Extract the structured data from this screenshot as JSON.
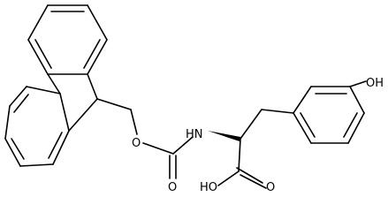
{
  "molecule": {
    "atoms": [
      {
        "id": "nh",
        "label": "HN"
      },
      {
        "id": "o_ether",
        "label": "O"
      },
      {
        "id": "o_carbonyl",
        "label": "O"
      },
      {
        "id": "oh_acid",
        "label": "HO"
      },
      {
        "id": "o_acid",
        "label": "O"
      },
      {
        "id": "oh_phenol",
        "label": "OH"
      }
    ]
  }
}
